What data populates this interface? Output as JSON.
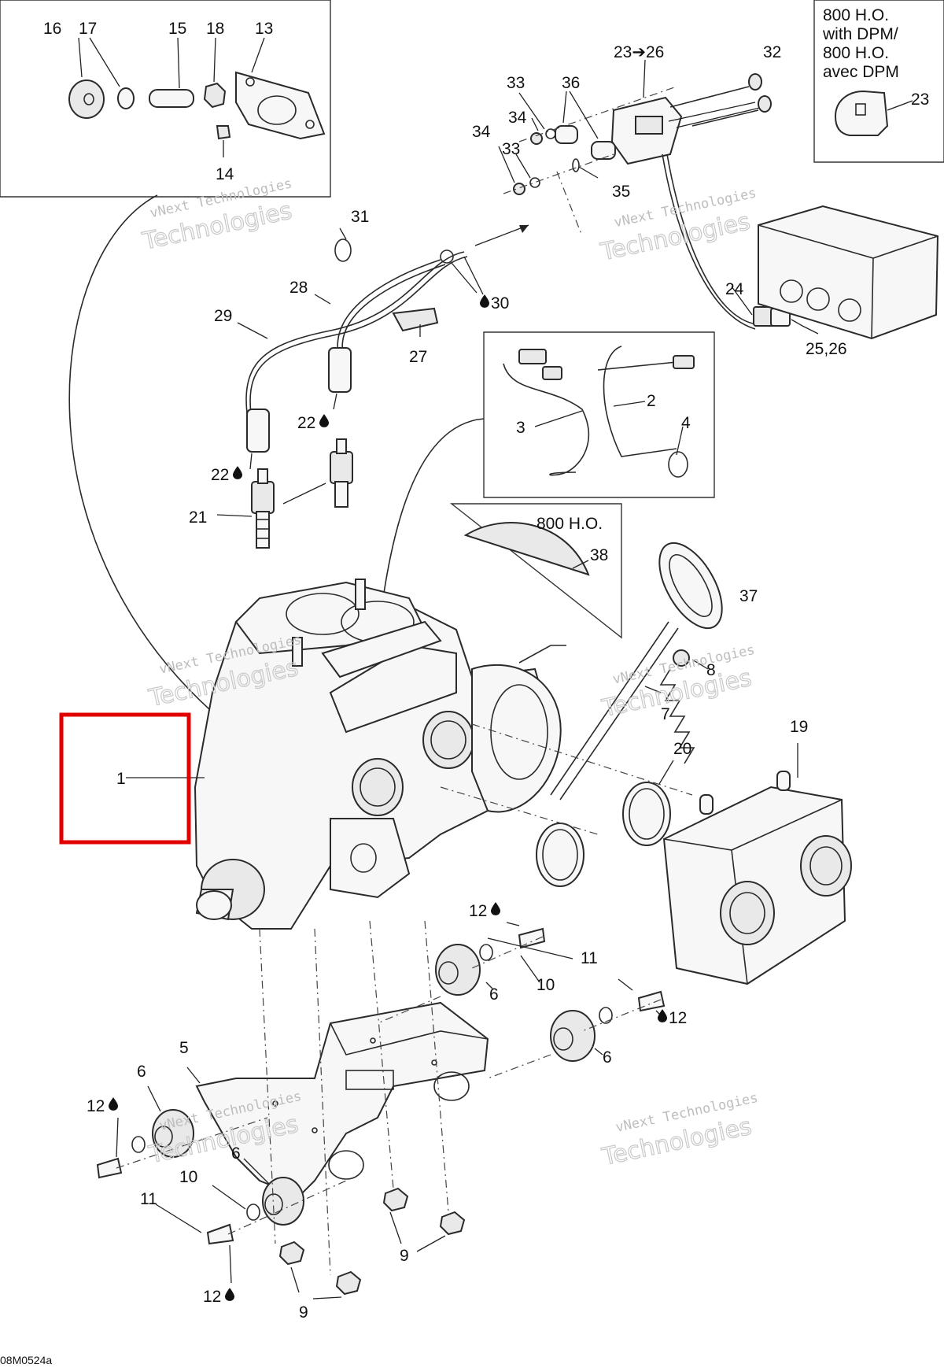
{
  "diagram": {
    "code": "08M0524a",
    "watermark_line1": "vNext Technologies",
    "watermark_line2": "Technologies",
    "notes": {
      "dpm_line1": "800 H.O.",
      "dpm_line2": "with DPM/",
      "dpm_line3": "800 H.O.",
      "dpm_line4": "avec DPM",
      "ho": "800 H.O."
    },
    "highlight": {
      "callout": "1",
      "color": "#e00000"
    },
    "drop_icon": "oil-drop-icon",
    "callouts": {
      "c1": "1",
      "c2": "2",
      "c3": "3",
      "c4": "4",
      "c5": "5",
      "c6a": "6",
      "c6b": "6",
      "c6c": "6",
      "c6d": "6",
      "c7": "7",
      "c8": "8",
      "c9a": "9",
      "c9b": "9",
      "c10a": "10",
      "c10b": "10",
      "c11a": "11",
      "c11b": "11",
      "c12a": "12",
      "c12b": "12",
      "c12c": "12",
      "c12d": "12",
      "c13": "13",
      "c14": "14",
      "c15": "15",
      "c16": "16",
      "c17": "17",
      "c18": "18",
      "c19": "19",
      "c20": "20",
      "c21": "21",
      "c22a": "22",
      "c22b": "22",
      "c23": "23",
      "c23_26": "23➔26",
      "c24": "24",
      "c25_26": "25,26",
      "c27": "27",
      "c28": "28",
      "c29": "29",
      "c30": "30",
      "c31": "31",
      "c32": "32",
      "c33a": "33",
      "c33b": "33",
      "c34a": "34",
      "c34b": "34",
      "c35": "35",
      "c36": "36",
      "c37": "37",
      "c38": "38"
    }
  }
}
